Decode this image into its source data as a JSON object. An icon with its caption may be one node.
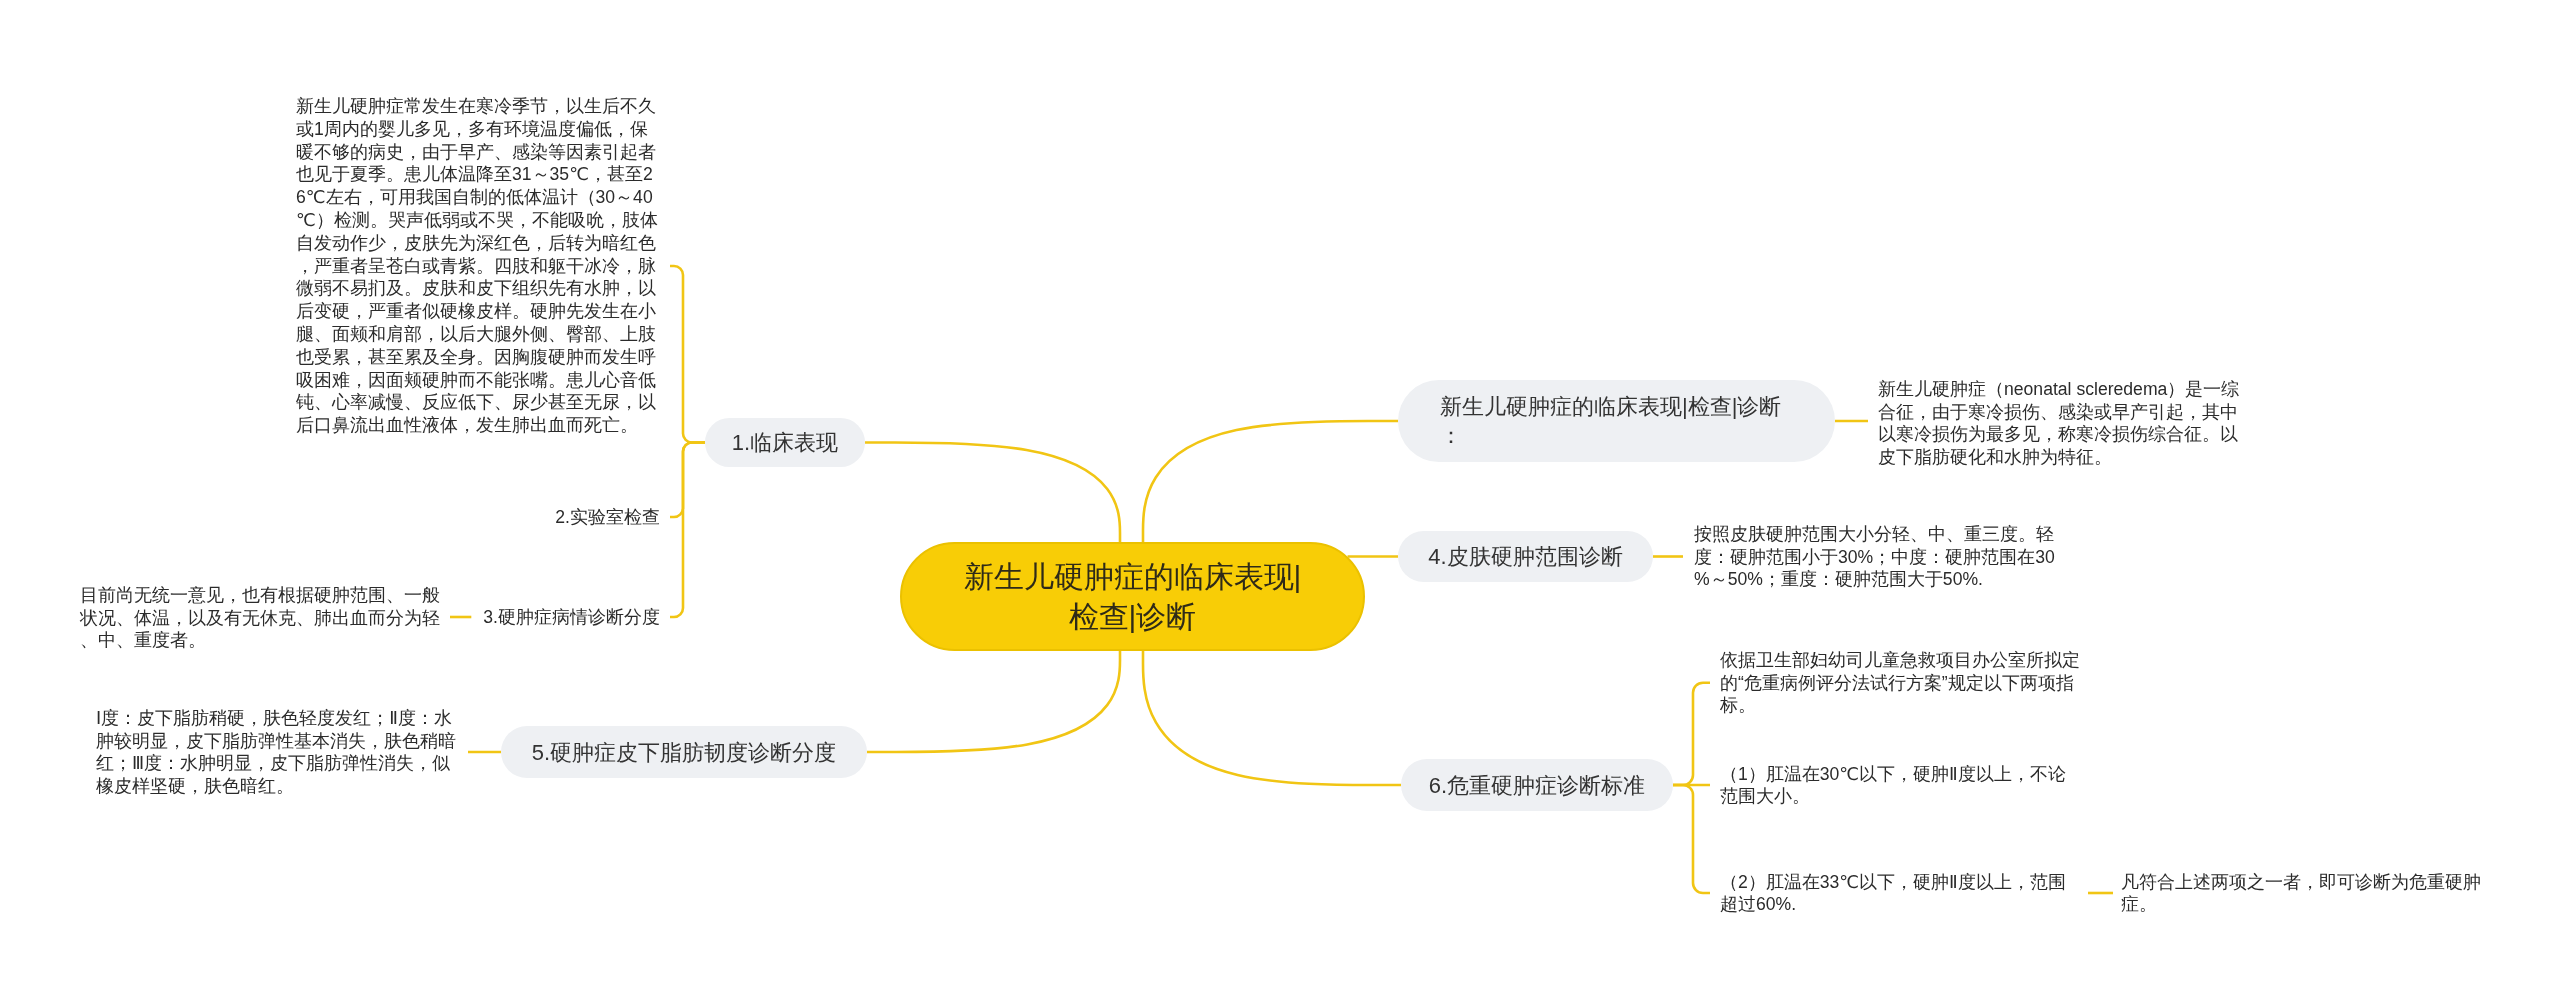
{
  "diagram": {
    "nodes": [
      {
        "text": [
          "新生儿硬肿症的临床表现|检查|诊断"
        ]
      },
      {
        "text": [
          "1.临床表现"
        ]
      },
      {
        "text": [
          "新生儿硬肿症常发生在寒冷季节，以生后不久或1周内的婴儿多见，多有环境温度偏低，保暖不够的病史，由于早产、感染等因素引起者也见于夏季。患儿体温降至31～35℃，甚至26℃左右，可用我国自制的低体温计（30～40℃）检测。哭声低弱或不哭，不能吸吮，肢体自发动作少，皮肤先为深红色，后转为暗红色，严重者呈苍白或青紫。四肢和躯干冰冷，脉微弱不易扪及。皮肤和皮下组织先有水肿，以后变硬，严重者似硬橡皮样。硬肿先发生在小腿、面颊和肩部，以后大腿外侧、臀部、上肢也受累，甚至累及全身。因胸腹硬肿而发生呼吸困难，因面颊硬肿而不能张嘴。患儿心音低钝、心率减慢、反应低下、尿少甚至无尿，以后口鼻流出血性液体，发生肺出血而死亡。"
        ]
      },
      {
        "text": [
          "2.实验室检查"
        ]
      },
      {
        "text": [
          "3.硬肿症病情诊断分度"
        ]
      },
      {
        "text": [
          "目前尚无统一意见，也有根据硬肿范围、一般状况、体温，以及有无休克、肺出血而分为轻、中、重度者。"
        ]
      },
      {
        "text": [
          "5.硬肿症皮下脂肪韧度诊断分度"
        ]
      },
      {
        "text": [
          "Ⅰ度：皮下脂肪稍硬，肤色轻度发红；Ⅱ度：水肿较明显，皮下脂肪弹性基本消失，肤色稍暗红；Ⅲ度：水肿明显，皮下脂肪弹性消失，似橡皮样坚硬，肤色暗红。"
        ]
      },
      {
        "text": [
          "新生儿硬肿症的临床表现|检查|诊断："
        ]
      },
      {
        "text": [
          "新生儿硬肿症（neonatal scleredema）是一综合征，由于寒冷损伤、感染或早产引起，其中以寒冷损伤为最多见，称寒冷损伤综合征。以皮下脂肪硬化和水肿为特征。"
        ]
      },
      {
        "text": [
          "4.皮肤硬肿范围诊断"
        ]
      },
      {
        "text": [
          "按照皮肤硬肿范围大小分轻、中、重三度。轻度：硬肿范围小于30%；中度：硬肿范围在30%～50%；重度：硬肿范围大于50%."
        ]
      },
      {
        "text": [
          "6.危重硬肿症诊断标准"
        ]
      },
      {
        "text": [
          "依据卫生部妇幼司儿童急救项目办公室所拟定的“危重病例评分法试行方案”规定以下两项指标。"
        ]
      },
      {
        "text": [
          "（1）肛温在30℃以下，硬肿Ⅱ度以上，不论范围大小。"
        ]
      },
      {
        "text": [
          "（2）肛温在33℃以下，硬肿Ⅱ度以上，范围超过60%."
        ]
      },
      {
        "text": [
          "凡符合上述两项之一者，即可诊断为危重硬肿症。"
        ]
      }
    ],
    "edges": [
      {
        "from": 0,
        "to": 1,
        "arrow": "none"
      },
      {
        "from": 1,
        "to": 2,
        "arrow": "none"
      },
      {
        "from": 1,
        "to": 3,
        "arrow": "none"
      },
      {
        "from": 1,
        "to": 4,
        "arrow": "none"
      },
      {
        "from": 4,
        "to": 5,
        "arrow": "none"
      },
      {
        "from": 0,
        "to": 6,
        "arrow": "none"
      },
      {
        "from": 6,
        "to": 7,
        "arrow": "none"
      },
      {
        "from": 0,
        "to": 8,
        "arrow": "none"
      },
      {
        "from": 8,
        "to": 9,
        "arrow": "none"
      },
      {
        "from": 0,
        "to": 10,
        "arrow": "none"
      },
      {
        "from": 10,
        "to": 11,
        "arrow": "none"
      },
      {
        "from": 0,
        "to": 12,
        "arrow": "none"
      },
      {
        "from": 12,
        "to": 13,
        "arrow": "none"
      },
      {
        "from": 12,
        "to": 14,
        "arrow": "none"
      },
      {
        "from": 12,
        "to": 15,
        "arrow": "none"
      },
      {
        "from": 15,
        "to": 16,
        "arrow": "none"
      }
    ]
  }
}
